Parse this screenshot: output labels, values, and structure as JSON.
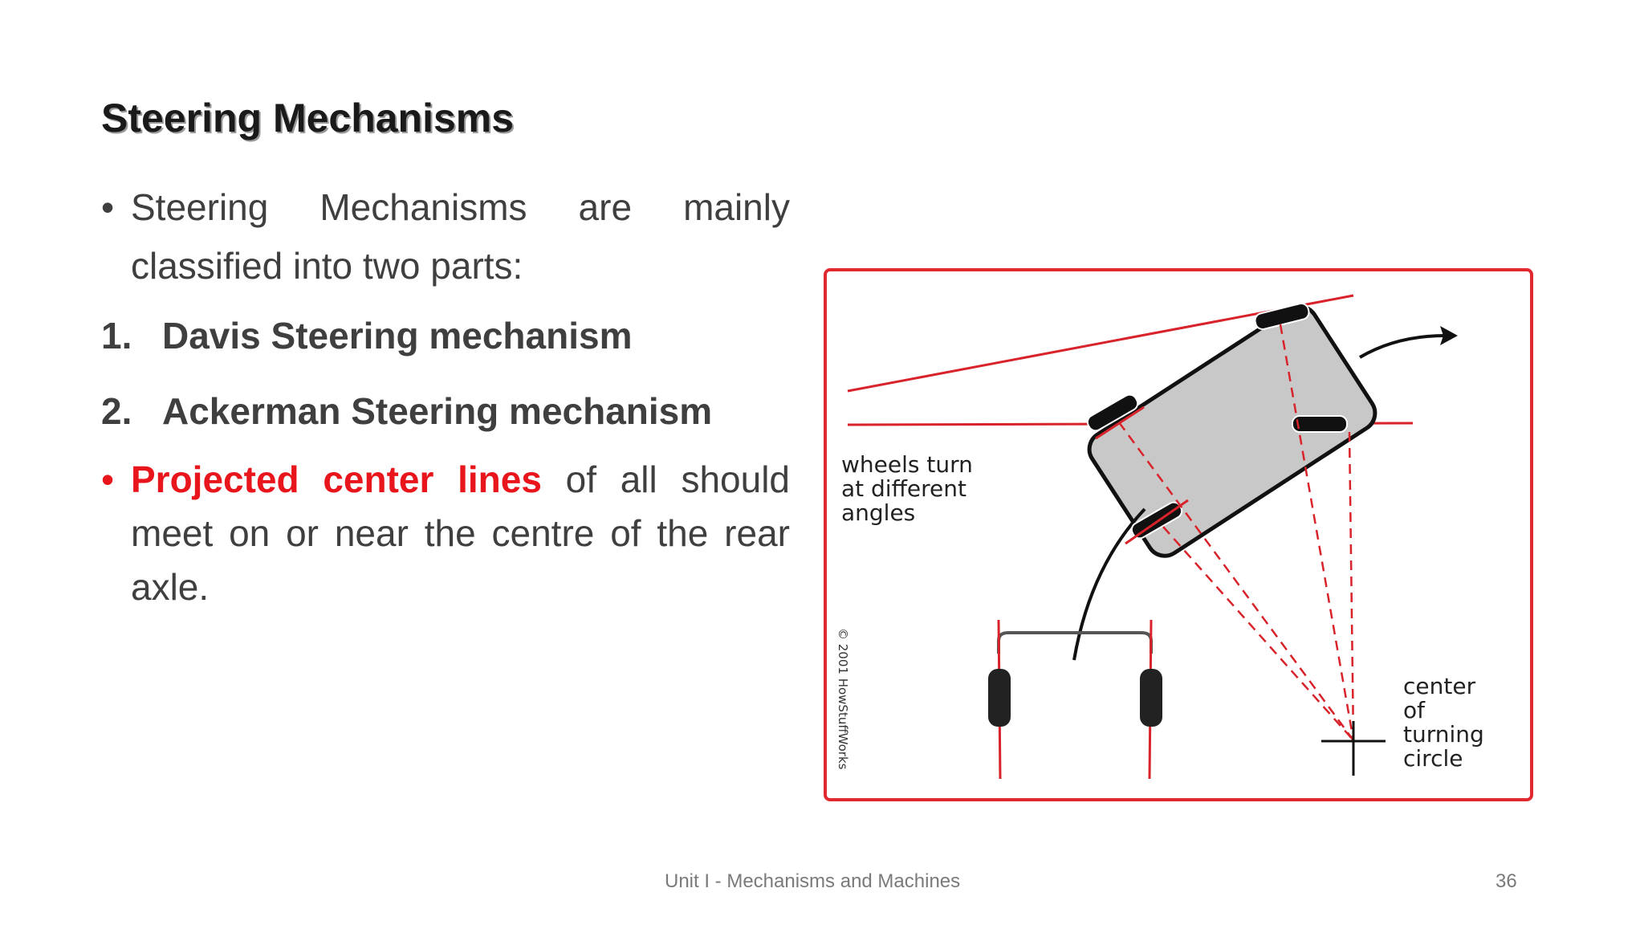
{
  "slide": {
    "title": "Steering Mechanisms",
    "bullet1": {
      "marker": "•",
      "text": "Steering Mechanisms are mainly classified into two parts:"
    },
    "items": [
      {
        "number": "1.",
        "text": "Davis Steering mechanism"
      },
      {
        "number": "2.",
        "text": "Ackerman Steering mechanism"
      }
    ],
    "bullet2": {
      "marker": "•",
      "highlight": "Projected center lines",
      "rest": " of all should meet on or near the centre of the rear axle."
    }
  },
  "figure": {
    "label_wheels": "wheels turn\nat different\nangles",
    "label_center": "center\nof\nturning\ncircle",
    "copyright": "© 2001 HowStuffWorks",
    "colors": {
      "frame": "#e02a30",
      "lines": "#d8232a",
      "car_body": "#c8c8c8"
    }
  },
  "footer": {
    "title": "Unit I - Mechanisms and Machines",
    "page": "36"
  }
}
